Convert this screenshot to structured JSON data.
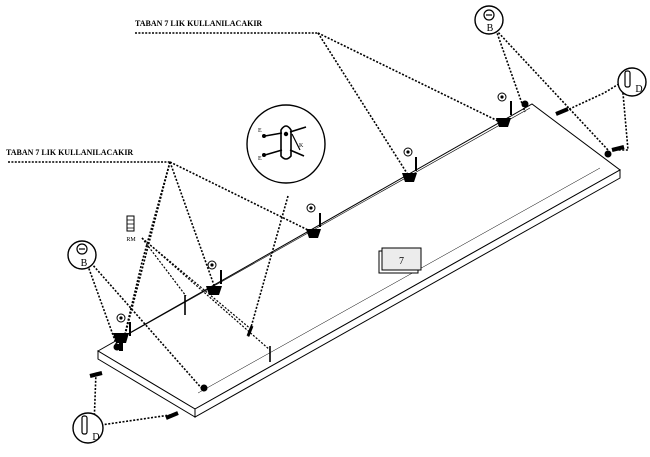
{
  "captions": {
    "top": "TABAN 7 LIK KULLANILACAKIR",
    "left": "TABAN 7 LIK KULLANILACAKIR"
  },
  "panel_number": "7",
  "part_labels": {
    "b_top": "B",
    "b_left": "B",
    "d_right": "D",
    "d_bottom": "D",
    "rm": "RM"
  },
  "detail_labels": {
    "e_upper": "E",
    "e_lower": "E",
    "k": "K"
  },
  "icons": [
    "cam-lock-icon",
    "dowel-icon",
    "screw-icon",
    "hinge-icon"
  ]
}
